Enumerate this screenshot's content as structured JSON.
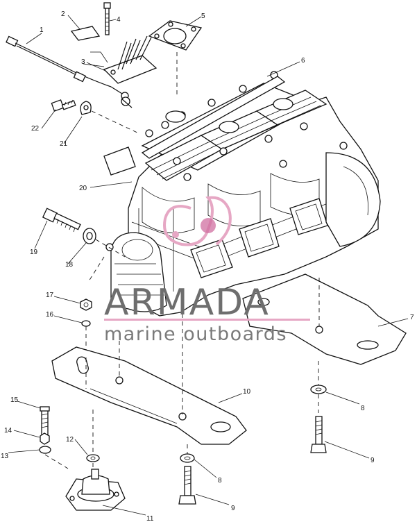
{
  "watermark": {
    "brand": "ARMADA",
    "tagline": "marine outboards",
    "colors": {
      "text": "#6e6e6e",
      "accent": "#e6a7c4",
      "accent_dark": "#d06fa0"
    }
  },
  "callouts": {
    "c1": "1",
    "c2": "2",
    "c3": "3",
    "c4": "4",
    "c5": "5",
    "c6": "6",
    "c7": "7",
    "c8a": "8",
    "c8b": "8",
    "c9a": "9",
    "c9b": "9",
    "c10": "10",
    "c11": "11",
    "c12": "12",
    "c13": "13",
    "c14": "14",
    "c15": "15",
    "c16": "16",
    "c17": "17",
    "c18": "18",
    "c19": "19",
    "c20": "20",
    "c21": "21",
    "c22": "22"
  }
}
